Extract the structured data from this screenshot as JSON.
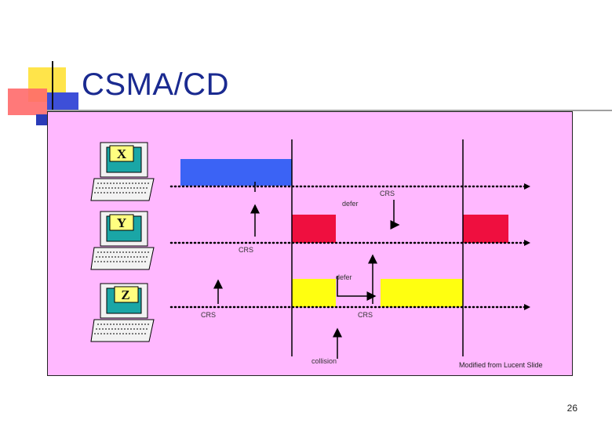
{
  "slide": {
    "title": "CSMA/CD",
    "page_number": "26"
  },
  "diagram": {
    "stations": [
      {
        "label": "X"
      },
      {
        "label": "Y"
      },
      {
        "label": "Z"
      }
    ],
    "labels": {
      "crs_x": "CRS",
      "defer_y": "defer",
      "crs_y": "CRS",
      "defer_z": "defer",
      "crs_z1": "CRS",
      "crs_z2": "CRS",
      "collision": "collision",
      "credit": "Modified from Lucent Slide"
    },
    "colors": {
      "panel": "#ffb8ff",
      "x_frame": "#3b63f5",
      "y_frame": "#ef0f3f",
      "z_frame": "#ffff10"
    }
  }
}
